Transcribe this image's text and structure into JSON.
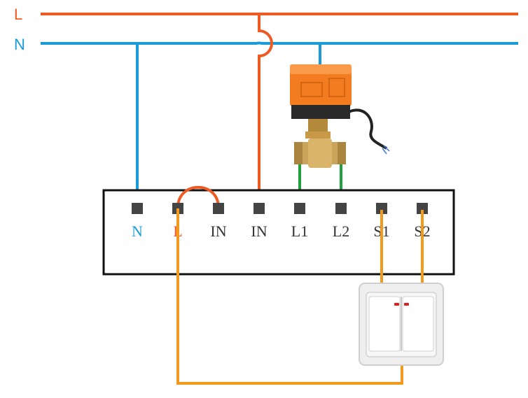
{
  "colors": {
    "live": "#ee5a24",
    "neutral": "#1a9ad6",
    "valve_wire": "#22a040",
    "switch_wire": "#f29a1e",
    "terminal": "#444444",
    "box_border": "#111111"
  },
  "buses": {
    "live_label": "L",
    "neutral_label": "N"
  },
  "terminals": [
    {
      "label": "N",
      "color": "#1a9ad6"
    },
    {
      "label": "L",
      "color": "#ee5a24"
    },
    {
      "label": "IN",
      "color": "#333333"
    },
    {
      "label": "IN",
      "color": "#333333"
    },
    {
      "label": "L1",
      "color": "#333333"
    },
    {
      "label": "L2",
      "color": "#333333"
    },
    {
      "label": "S1",
      "color": "#333333"
    },
    {
      "label": "S2",
      "color": "#333333"
    }
  ],
  "icons": {
    "valve": "motorized-ball-valve-icon",
    "switch": "double-rocker-switch-icon"
  }
}
